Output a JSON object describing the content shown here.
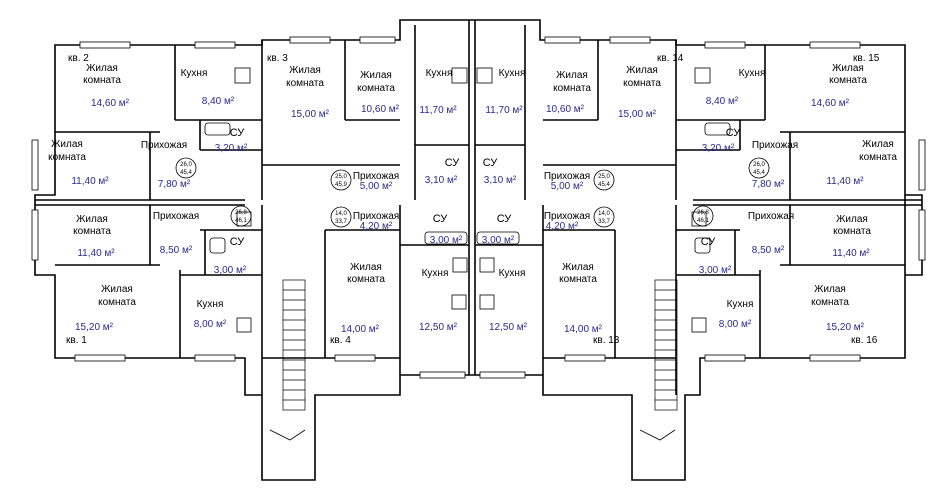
{
  "labels": {
    "living": [
      "Жилая",
      "комната"
    ],
    "kitchen": "Кухня",
    "hall": "Прихожая",
    "bath": "СУ"
  },
  "apartments": {
    "kv1": "кв. 1",
    "kv2": "кв. 2",
    "kv3": "кв. 3",
    "kv4": "кв. 4",
    "kv13": "кв. 13",
    "kv14": "кв. 14",
    "kv15": "кв. 15",
    "kv16": "кв. 16"
  },
  "areas": {
    "a2_living": "14,60 м²",
    "a2_kitchen": "8,40 м²",
    "a2_su": "3,20 м²",
    "a2_hall": "7,80 м²",
    "a2_living2": "11,40 м²",
    "a3_living": "15,00 м²",
    "a3_living2": "10,60 м²",
    "a3_kitchen": "11,70 м²",
    "a3_su": "3,10 м²",
    "a3_hall": "5,00 м²",
    "a1_living": "11,40 м²",
    "a1_hall": "8,50 м²",
    "a1_su": "3,00 м²",
    "a1_living2": "15,20 м²",
    "a1_kitchen": "8,00 м²",
    "a4_hall": "4,20 м²",
    "a4_su": "3,00 м²",
    "a4_living": "14,00 м²",
    "a4_kitchen": "12,50 м²",
    "a14_living": "10,60 м²",
    "a14_living2": "15,00 м²",
    "a14_kitchen": "11,70 м²",
    "a14_su": "3,10 м²",
    "a14_hall": "5,00 м²",
    "a15_kitchen": "8,40 м²",
    "a15_living": "14,60 м²",
    "a15_su": "3,20 м²",
    "a15_hall": "7,80 м²",
    "a15_living2": "11,40 м²",
    "a13_hall": "4,20 м²",
    "a13_su": "3,00 м²",
    "a13_kitchen": "12,50 м²",
    "a13_living": "14,00 м²",
    "a16_living": "11,40 м²",
    "a16_hall": "8,50 м²",
    "a16_su": "3,00 м²",
    "a16_kitchen": "8,00 м²",
    "a16_living2": "15,20 м²"
  },
  "tags": {
    "t2": [
      "26,0",
      "45,4"
    ],
    "t3": [
      "25,0",
      "45,9"
    ],
    "t4": [
      "14,0",
      "33,7"
    ],
    "t1": [
      "26,8",
      "46,1"
    ],
    "t14": [
      "25,0",
      "45,4"
    ],
    "t15": [
      "26,0",
      "45,4"
    ],
    "t13": [
      "14,0",
      "33,7"
    ],
    "t16": [
      "26,8",
      "46,1"
    ]
  }
}
